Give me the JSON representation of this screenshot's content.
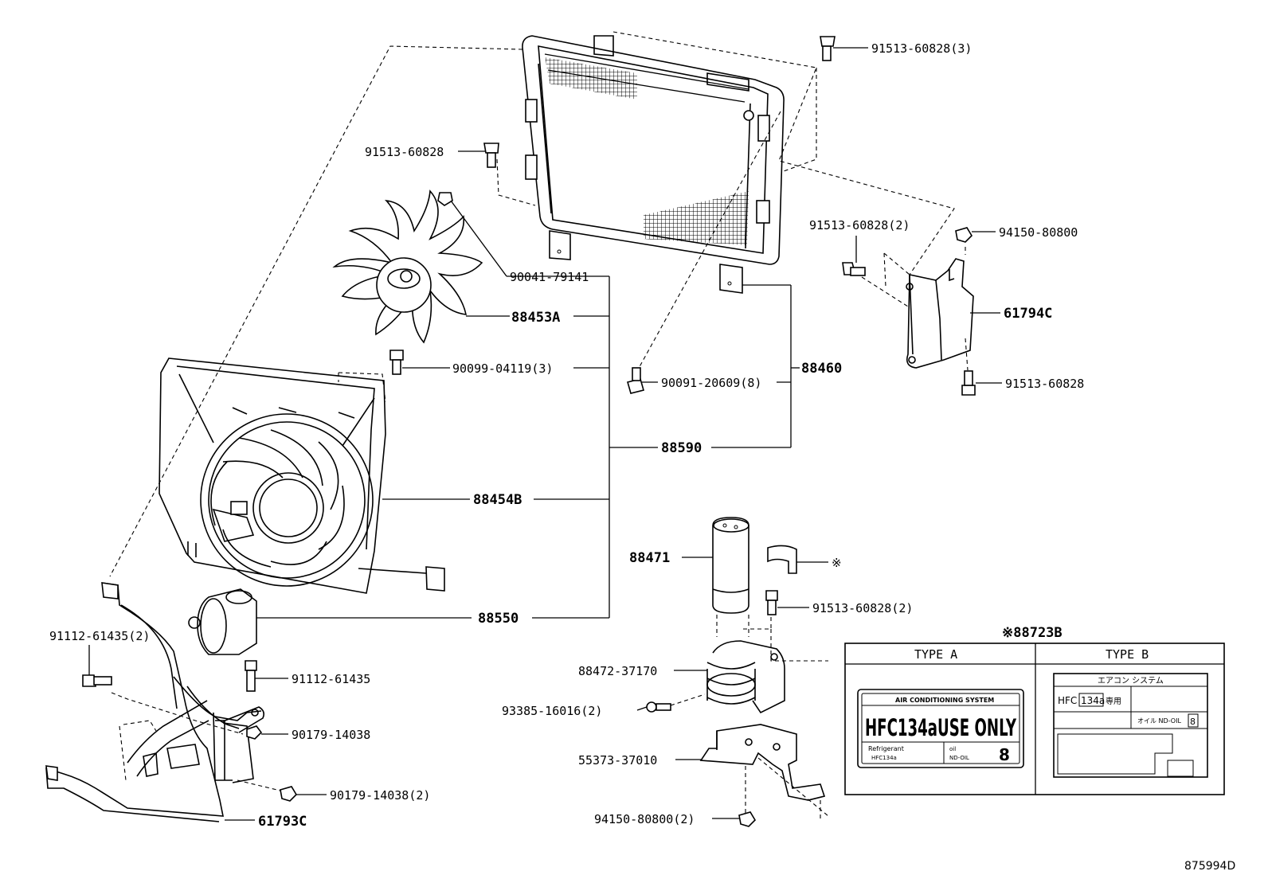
{
  "parts": {
    "p91513_60828_3": "91513-60828(3)",
    "p91513_60828_left": "91513-60828",
    "p90041_79141": "90041-79141",
    "p88453A": "88453A",
    "p90099_04119_3": "90099-04119(3)",
    "p90091_20609_8": "90091-20609(8)",
    "p88460": "88460",
    "p88590": "88590",
    "p88454B": "88454B",
    "p88550": "88550",
    "p91513_60828_2_right": "91513-60828(2)",
    "p94150_80800": "94150-80800",
    "p61794C": "61794C",
    "p91513_60828_right": "91513-60828",
    "p88471": "88471",
    "p_ref_mark": "※",
    "p91513_60828_2_mid": "91513-60828(2)",
    "p88472_37170": "88472-37170",
    "p93385_16016_2": "93385-16016(2)",
    "p55373_37010": "55373-37010",
    "p94150_80800_2": "94150-80800(2)",
    "p91112_61435_2": "91112-61435(2)",
    "p91112_61435": "91112-61435",
    "p90179_14038": "90179-14038",
    "p90179_14038_2": "90179-14038(2)",
    "p61793C": "61793C"
  },
  "label_table": {
    "ref": "※88723B",
    "type_a": "TYPE A",
    "type_b": "TYPE B",
    "a_system": "AIR CONDITIONING SYSTEM",
    "a_main": "HFC134aUSE ONLY",
    "a_refrigerant": "Refrigerant",
    "a_refrigerant_val": "HFC134a",
    "a_oil": "oil",
    "a_oil_val": "ND-OIL",
    "a_oil_num": "8",
    "b_system": "エアコン システム",
    "b_hfc": "HFC",
    "b_134a": "134a",
    "b_only": "専用",
    "b_oil": "オイル ND-OIL",
    "b_num": "8"
  },
  "diagram_id": "875994D"
}
